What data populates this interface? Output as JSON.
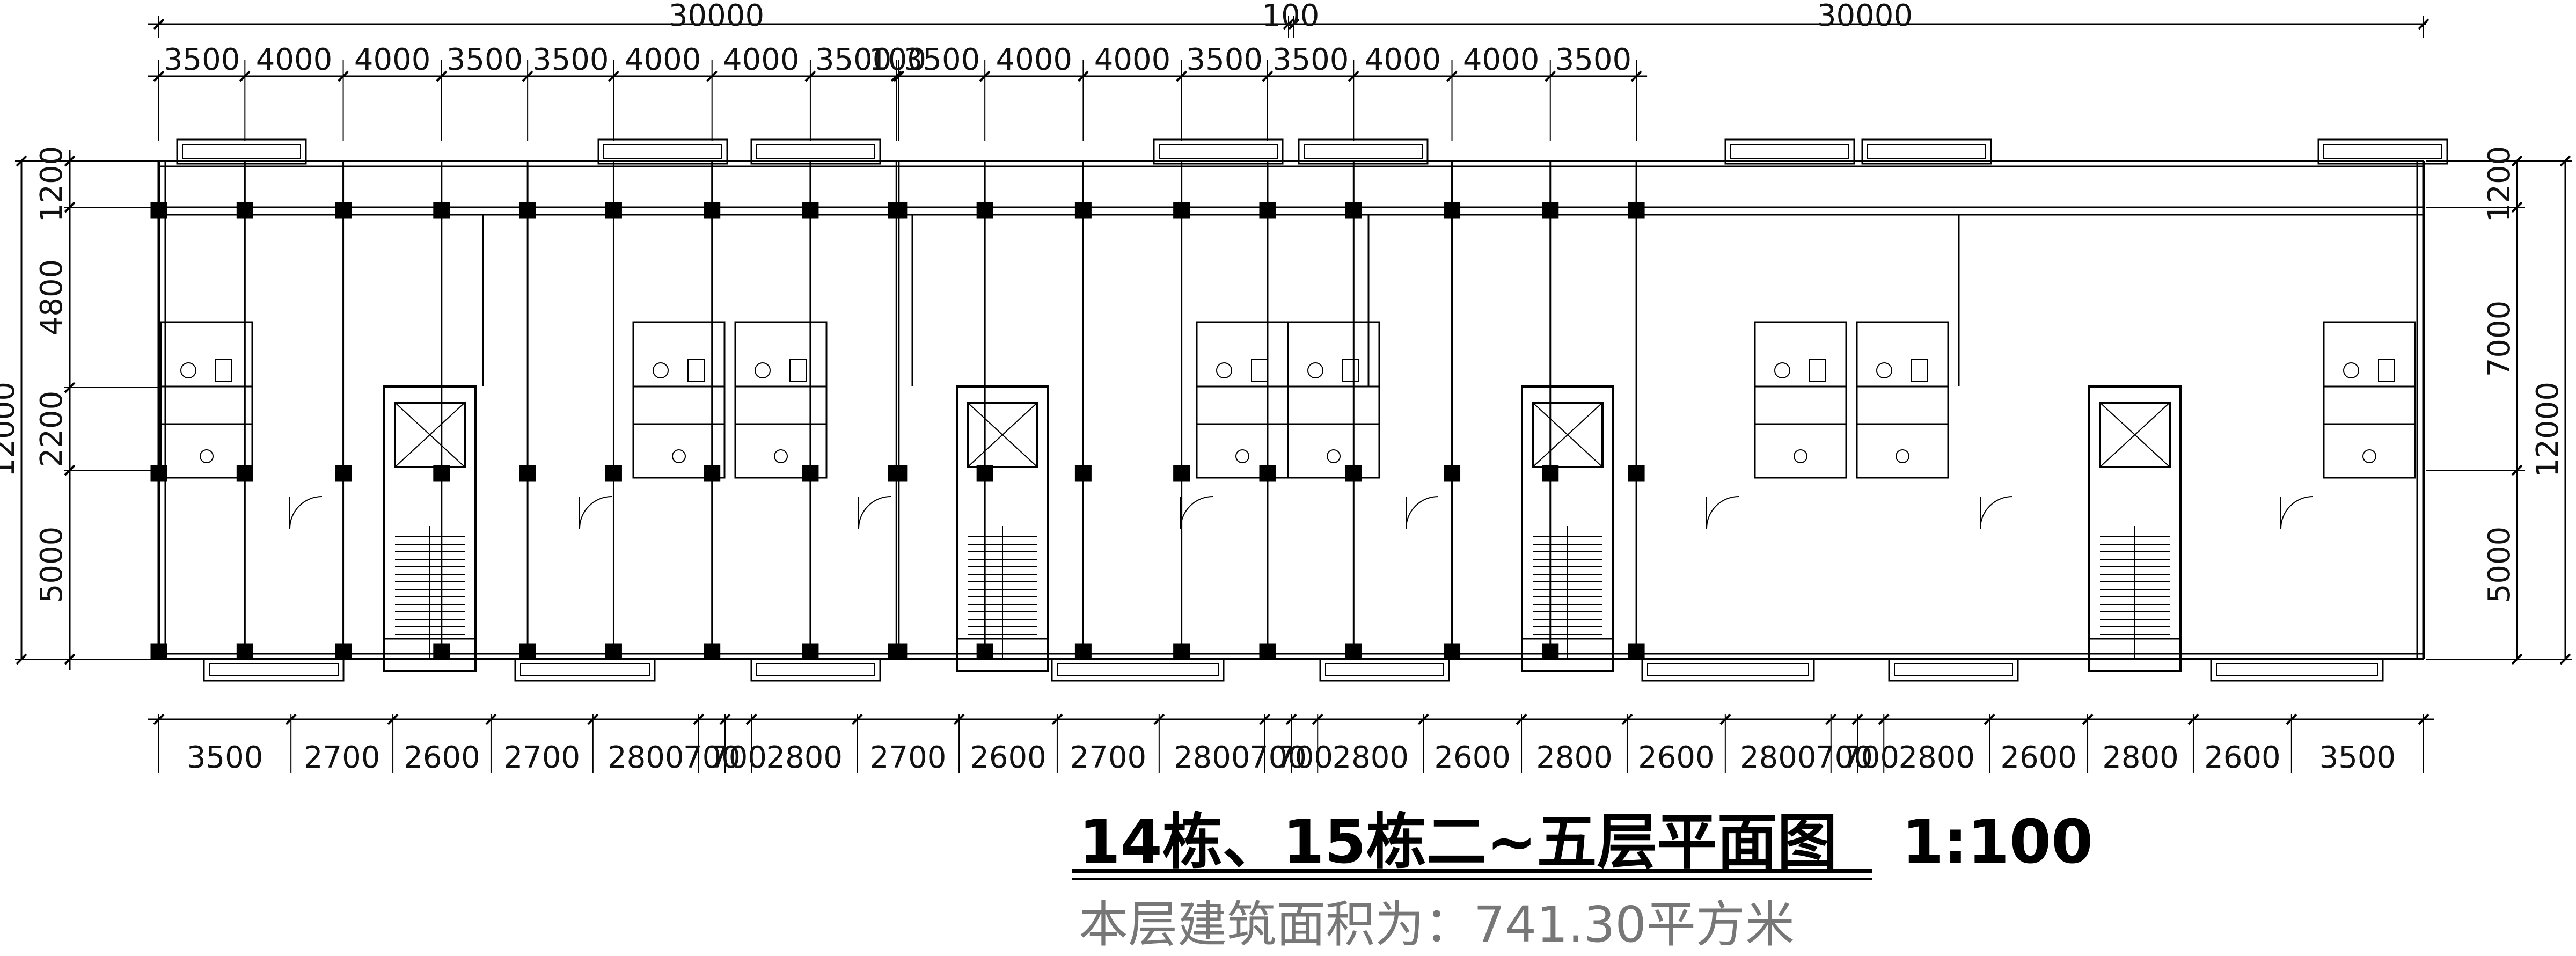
{
  "drawing": {
    "title": "14栋、15栋二~五层平面图",
    "scale": "1:100",
    "area_note": "本层建筑面积为：741.30平方米"
  },
  "dimensions": {
    "overall": [
      "30000",
      "100",
      "30000"
    ],
    "top_bays": [
      "3500",
      "4000",
      "4000",
      "3500",
      "3500",
      "4000",
      "4000",
      "3500",
      "100",
      "3500",
      "4000",
      "4000",
      "3500",
      "3500",
      "4000",
      "4000",
      "3500"
    ],
    "bottom_bays": [
      "3500",
      "2700",
      "2600",
      "2700",
      "2800",
      "700",
      "700",
      "2800",
      "2700",
      "2600",
      "2700",
      "2800",
      "700",
      "700",
      "2800",
      "2600",
      "2800",
      "2600",
      "2800",
      "700",
      "700",
      "2800",
      "2600",
      "2800",
      "2600",
      "3500"
    ],
    "left_depths": [
      "1200",
      "4800",
      "2200",
      "5000"
    ],
    "left_total": "12000",
    "right_depths": [
      "1200",
      "7000",
      "5000"
    ],
    "right_total": "12000"
  },
  "colors": {
    "line": "#000000",
    "wall": "#000000",
    "dim": "#111111",
    "subtitle": "#777777"
  }
}
